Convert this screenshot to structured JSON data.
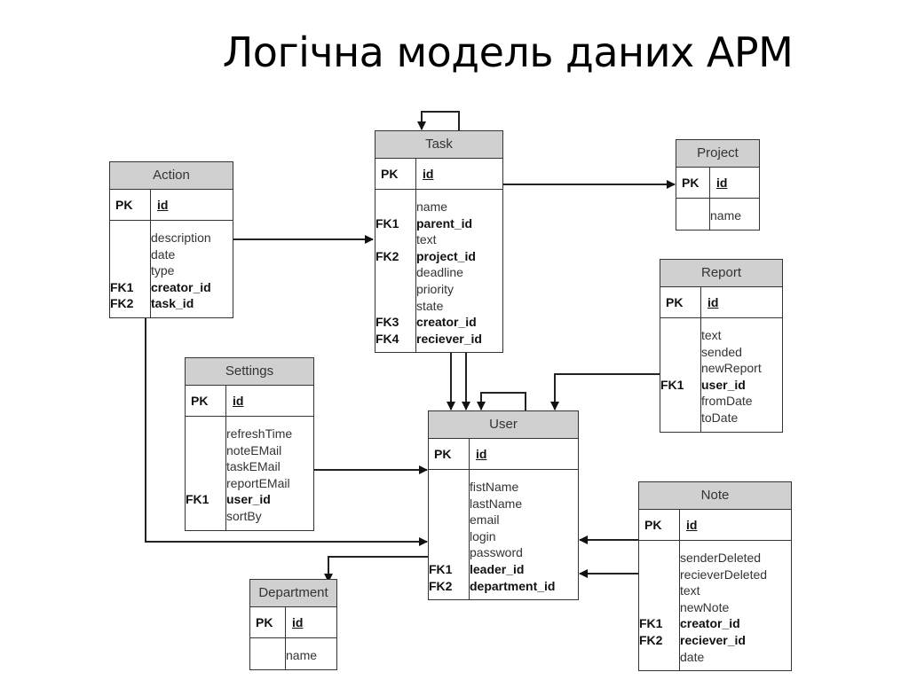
{
  "title": "Логічна модель даних АРМ",
  "entities": {
    "action": {
      "name": "Action",
      "pk_label": "PK",
      "pk_field": "id",
      "fields": [
        {
          "key": "",
          "name": "description",
          "fk": false
        },
        {
          "key": "",
          "name": "date",
          "fk": false
        },
        {
          "key": "",
          "name": "type",
          "fk": false
        },
        {
          "key": "FK1",
          "name": "creator_id",
          "fk": true
        },
        {
          "key": "FK2",
          "name": "task_id",
          "fk": true
        }
      ]
    },
    "task": {
      "name": "Task",
      "pk_label": "PK",
      "pk_field": "id",
      "fields": [
        {
          "key": "",
          "name": "name",
          "fk": false
        },
        {
          "key": "FK1",
          "name": "parent_id",
          "fk": true
        },
        {
          "key": "",
          "name": "text",
          "fk": false
        },
        {
          "key": "FK2",
          "name": "project_id",
          "fk": true
        },
        {
          "key": "",
          "name": "deadline",
          "fk": false
        },
        {
          "key": "",
          "name": "priority",
          "fk": false
        },
        {
          "key": "",
          "name": "state",
          "fk": false
        },
        {
          "key": "FK3",
          "name": "creator_id",
          "fk": true
        },
        {
          "key": "FK4",
          "name": "reciever_id",
          "fk": true
        }
      ]
    },
    "project": {
      "name": "Project",
      "pk_label": "PK",
      "pk_field": "id",
      "fields": [
        {
          "key": "",
          "name": "name",
          "fk": false
        }
      ]
    },
    "report": {
      "name": "Report",
      "pk_label": "PK",
      "pk_field": "id",
      "fields": [
        {
          "key": "",
          "name": "text",
          "fk": false
        },
        {
          "key": "",
          "name": "sended",
          "fk": false
        },
        {
          "key": "",
          "name": "newReport",
          "fk": false
        },
        {
          "key": "FK1",
          "name": "user_id",
          "fk": true
        },
        {
          "key": "",
          "name": "fromDate",
          "fk": false
        },
        {
          "key": "",
          "name": "toDate",
          "fk": false
        }
      ]
    },
    "settings": {
      "name": "Settings",
      "pk_label": "PK",
      "pk_field": "id",
      "fields": [
        {
          "key": "",
          "name": "refreshTime",
          "fk": false
        },
        {
          "key": "",
          "name": "noteEMail",
          "fk": false
        },
        {
          "key": "",
          "name": "taskEMail",
          "fk": false
        },
        {
          "key": "",
          "name": "reportEMail",
          "fk": false
        },
        {
          "key": "FK1",
          "name": "user_id",
          "fk": true
        },
        {
          "key": "",
          "name": "sortBy",
          "fk": false
        }
      ]
    },
    "user": {
      "name": "User",
      "pk_label": "PK",
      "pk_field": "id",
      "fields": [
        {
          "key": "",
          "name": "fistName",
          "fk": false
        },
        {
          "key": "",
          "name": "lastName",
          "fk": false
        },
        {
          "key": "",
          "name": "email",
          "fk": false
        },
        {
          "key": "",
          "name": "login",
          "fk": false
        },
        {
          "key": "",
          "name": "password",
          "fk": false
        },
        {
          "key": "FK1",
          "name": "leader_id",
          "fk": true
        },
        {
          "key": "FK2",
          "name": "department_id",
          "fk": true
        }
      ]
    },
    "note": {
      "name": "Note",
      "pk_label": "PK",
      "pk_field": "id",
      "fields": [
        {
          "key": "",
          "name": "senderDeleted",
          "fk": false
        },
        {
          "key": "",
          "name": "recieverDeleted",
          "fk": false
        },
        {
          "key": "",
          "name": "text",
          "fk": false
        },
        {
          "key": "",
          "name": "newNote",
          "fk": false
        },
        {
          "key": "FK1",
          "name": "creator_id",
          "fk": true
        },
        {
          "key": "FK2",
          "name": "reciever_id",
          "fk": true
        },
        {
          "key": "",
          "name": "date",
          "fk": false
        }
      ]
    },
    "department": {
      "name": "Department",
      "pk_label": "PK",
      "pk_field": "id",
      "fields": [
        {
          "key": "",
          "name": "name",
          "fk": false
        }
      ]
    }
  },
  "relationships": [
    {
      "from": "Task",
      "to": "Task",
      "via": "parent_id"
    },
    {
      "from": "Action",
      "to": "Task",
      "via": "task_id"
    },
    {
      "from": "Action",
      "to": "User",
      "via": "creator_id"
    },
    {
      "from": "Task",
      "to": "Project",
      "via": "project_id"
    },
    {
      "from": "Task",
      "to": "User",
      "via": "creator_id"
    },
    {
      "from": "Task",
      "to": "User",
      "via": "reciever_id"
    },
    {
      "from": "User",
      "to": "User",
      "via": "leader_id"
    },
    {
      "from": "Report",
      "to": "User",
      "via": "user_id"
    },
    {
      "from": "Settings",
      "to": "User",
      "via": "user_id"
    },
    {
      "from": "Note",
      "to": "User",
      "via": "creator_id"
    },
    {
      "from": "Note",
      "to": "User",
      "via": "reciever_id"
    },
    {
      "from": "User",
      "to": "Department",
      "via": "department_id"
    }
  ]
}
